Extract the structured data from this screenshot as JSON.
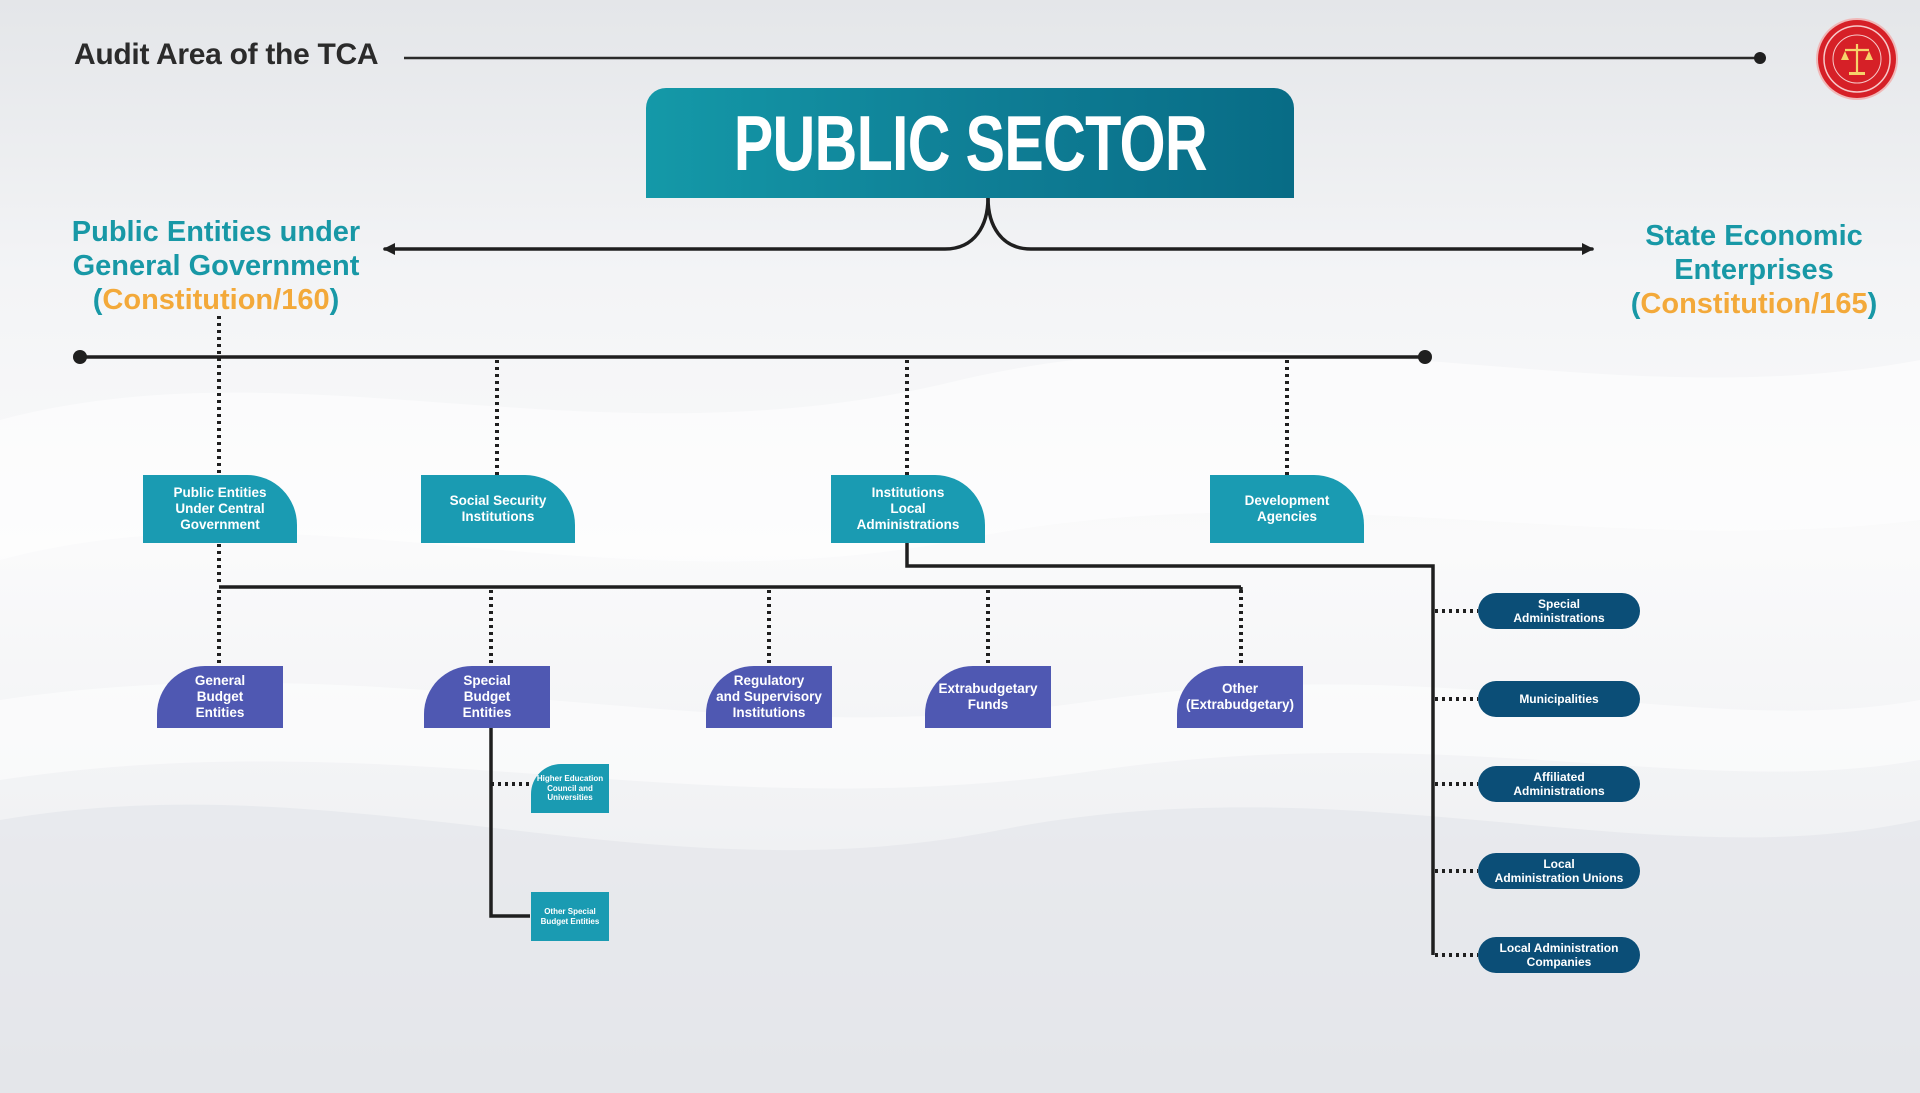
{
  "header": {
    "title": "Audit Area of the TCA",
    "banner": "PUBLIC SECTOR"
  },
  "left_branch": {
    "line1": "Public Entities under",
    "line2": "General Government",
    "ref": "Constitution/160"
  },
  "right_branch": {
    "line1": "State Economic",
    "line2": "Enterprises",
    "ref": "Constitution/165"
  },
  "level1": [
    "Public Entities\nUnder Central\nGovernment",
    "Social Security\nInstitutions",
    "Institutions\nLocal\nAdministrations",
    "Development\nAgencies"
  ],
  "central_children": [
    "General\nBudget\nEntities",
    "Special\nBudget\nEntities",
    "Regulatory\nand Supervisory\nInstitutions",
    "Extrabudgetary\nFunds",
    "Other\n(Extrabudgetary)"
  ],
  "special_budget_children": [
    "Higher Education\nCouncil and\nUniversities",
    "Other Special\nBudget Entities"
  ],
  "local_admin_children": [
    "Special\nAdministrations",
    "Municipalities",
    "Affiliated\nAdministrations",
    "Local\nAdministration Unions",
    "Local Administration\nCompanies"
  ],
  "colors": {
    "teal": "#1a9bb2",
    "purple": "#4f58b2",
    "navy": "#0b4e77",
    "orange": "#f3a93a",
    "banner_dark": "#086c86",
    "logo_red": "#d62027"
  },
  "icons": {
    "logo": "court-of-accounts-seal-icon"
  }
}
